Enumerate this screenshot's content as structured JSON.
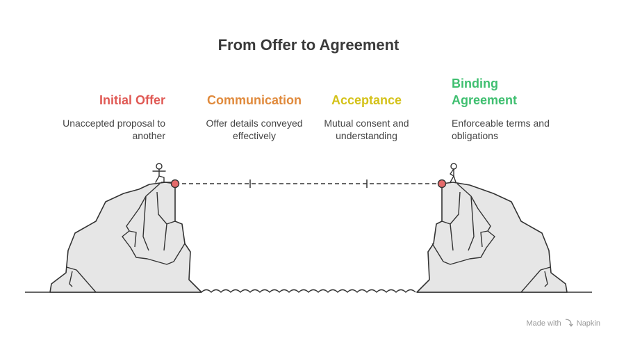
{
  "title": "From Offer to Agreement",
  "steps": [
    {
      "title": "Initial Offer",
      "description": "Unaccepted proposal to another",
      "color": "#e05a55"
    },
    {
      "title": "Communication",
      "description": "Offer details conveyed effectively",
      "color": "#e08a3c"
    },
    {
      "title": "Acceptance",
      "description": "Mutual consent and understanding",
      "color": "#d4c21a"
    },
    {
      "title": "Binding Agreement",
      "description": "Enforceable terms and obligations",
      "color": "#3fbf70"
    }
  ],
  "credit": {
    "prefix": "Made with",
    "brand": "Napkin"
  },
  "icons": [
    "person-left-icon",
    "person-right-icon",
    "napkin-logo-icon"
  ]
}
